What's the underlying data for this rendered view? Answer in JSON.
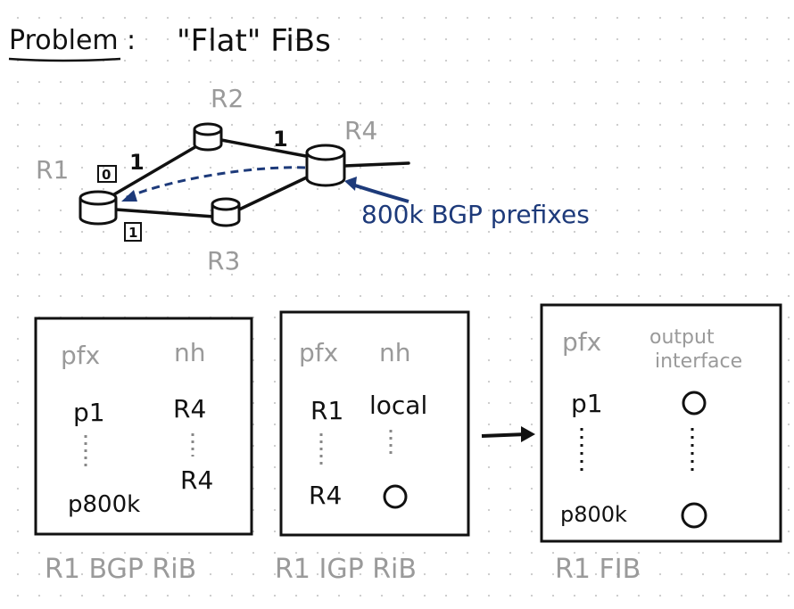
{
  "title": {
    "prefix": "Problem",
    "colon": ":",
    "main": "\"Flat\" FiBs"
  },
  "topology": {
    "routers": {
      "r1": "R1",
      "r2": "R2",
      "r3": "R3",
      "r4": "R4"
    },
    "port_labels": {
      "upper": "0",
      "lower": "1"
    },
    "link_weights": {
      "r1_r2": "1",
      "r2_r4": "1"
    },
    "bgp_annotation": "800k BGP prefixes"
  },
  "tables": {
    "bgp_rib": {
      "header_prefix": "pfx",
      "header_nexthop": "nh",
      "rows": [
        {
          "prefix": "p1",
          "nexthop": "R4"
        },
        {
          "prefix": "p800k",
          "nexthop": "R4"
        }
      ],
      "caption": "R1 BGP RiB"
    },
    "igp_rib": {
      "header_prefix": "pfx",
      "header_nexthop": "nh",
      "rows": [
        {
          "prefix": "R1",
          "nexthop": "local"
        },
        {
          "prefix": "R4",
          "nexthop": "0"
        }
      ],
      "caption": "R1 IGP RiB"
    },
    "fib": {
      "header_prefix": "pfx",
      "header_interface_line1": "output",
      "header_interface_line2": "interface",
      "rows": [
        {
          "prefix": "p1",
          "interface": "0"
        },
        {
          "prefix": "p800k",
          "interface": "0"
        }
      ],
      "caption": "R1 FIB"
    }
  },
  "colors": {
    "ink": "#111111",
    "grey": "#9a9a9a",
    "blue": "#1d3a7a"
  }
}
